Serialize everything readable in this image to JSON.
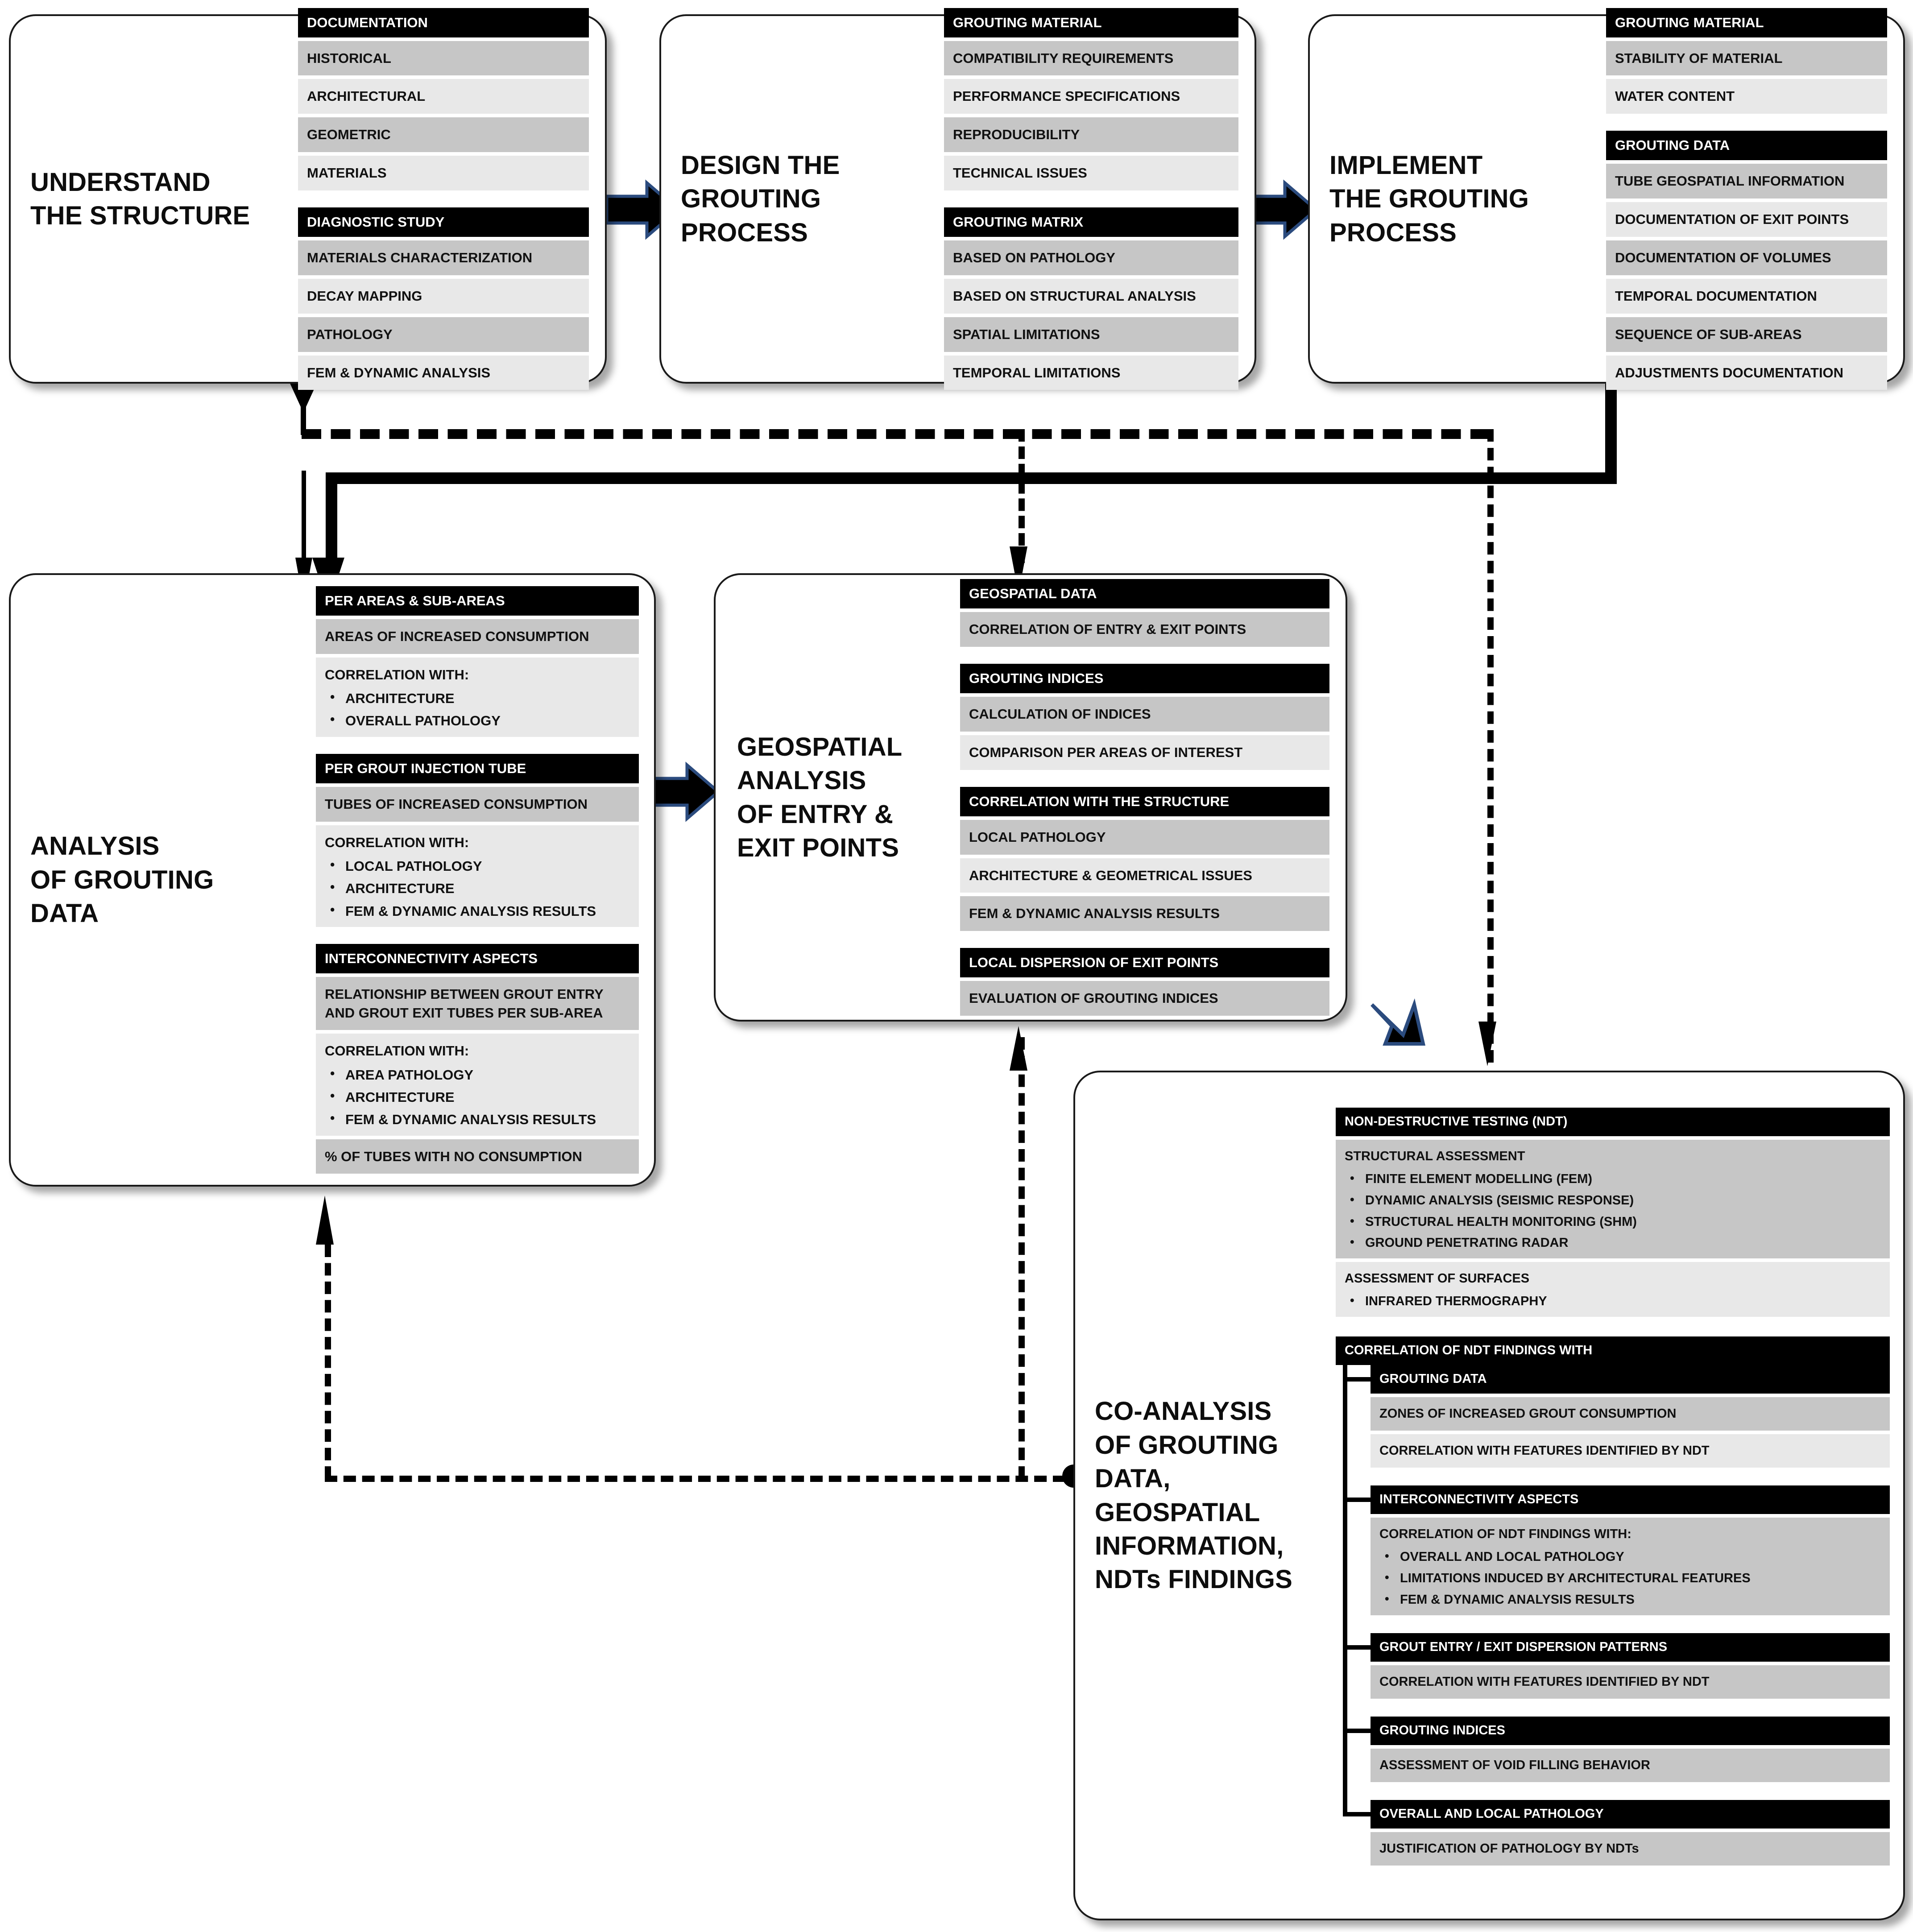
{
  "colors": {
    "header_bg": "#000000",
    "header_text": "#ffffff",
    "row_dark": "#c6c6c6",
    "row_light": "#e8e8e8",
    "box_border": "#1a1a1a",
    "arrow_fill": "#000000",
    "arrow_stroke": "#2b4b7e"
  },
  "boxes": [
    {
      "id": "understand-the-structure",
      "title": "UNDERSTAND\nTHE STRUCTURE",
      "groups": [
        {
          "header": "DOCUMENTATION",
          "rows": [
            {
              "text": "HISTORICAL",
              "shade": "dark"
            },
            {
              "text": "ARCHITECTURAL",
              "shade": "light"
            },
            {
              "text": "GEOMETRIC",
              "shade": "dark"
            },
            {
              "text": "MATERIALS",
              "shade": "light"
            }
          ]
        },
        {
          "header": "DIAGNOSTIC STUDY",
          "rows": [
            {
              "text": "MATERIALS CHARACTERIZATION",
              "shade": "dark"
            },
            {
              "text": "DECAY MAPPING",
              "shade": "light"
            },
            {
              "text": "PATHOLOGY",
              "shade": "dark"
            },
            {
              "text": "FEM & DYNAMIC ANALYSIS",
              "shade": "light"
            }
          ]
        }
      ]
    },
    {
      "id": "design-the-grouting-process",
      "title": "DESIGN THE\nGROUTING\nPROCESS",
      "groups": [
        {
          "header": "GROUTING MATERIAL",
          "rows": [
            {
              "text": "COMPATIBILITY REQUIREMENTS",
              "shade": "dark"
            },
            {
              "text": "PERFORMANCE SPECIFICATIONS",
              "shade": "light"
            },
            {
              "text": "REPRODUCIBILITY",
              "shade": "dark"
            },
            {
              "text": "TECHNICAL ISSUES",
              "shade": "light"
            }
          ]
        },
        {
          "header": "GROUTING MATRIX",
          "rows": [
            {
              "text": "BASED ON PATHOLOGY",
              "shade": "dark"
            },
            {
              "text": "BASED ON STRUCTURAL ANALYSIS",
              "shade": "light"
            },
            {
              "text": "SPATIAL LIMITATIONS",
              "shade": "dark"
            },
            {
              "text": "TEMPORAL LIMITATIONS",
              "shade": "light"
            }
          ]
        }
      ]
    },
    {
      "id": "implement-the-grouting-process",
      "title": "IMPLEMENT\nTHE GROUTING\nPROCESS",
      "groups": [
        {
          "header": "GROUTING MATERIAL",
          "rows": [
            {
              "text": "STABILITY OF MATERIAL",
              "shade": "dark"
            },
            {
              "text": "WATER CONTENT",
              "shade": "light"
            }
          ]
        },
        {
          "header": "GROUTING DATA",
          "rows": [
            {
              "text": "TUBE GEOSPATIAL INFORMATION",
              "shade": "dark"
            },
            {
              "text": "DOCUMENTATION OF EXIT POINTS",
              "shade": "light"
            },
            {
              "text": "DOCUMENTATION OF VOLUMES",
              "shade": "dark"
            },
            {
              "text": "TEMPORAL DOCUMENTATION",
              "shade": "light"
            },
            {
              "text": "SEQUENCE OF SUB-AREAS",
              "shade": "dark"
            },
            {
              "text": "ADJUSTMENTS DOCUMENTATION",
              "shade": "light"
            }
          ]
        }
      ]
    },
    {
      "id": "analysis-of-grouting-data",
      "title": "ANALYSIS\nOF GROUTING\nDATA",
      "groups": [
        {
          "header": "PER AREAS & SUB-AREAS",
          "rows": [
            {
              "text": "AREAS OF INCREASED CONSUMPTION",
              "shade": "dark"
            },
            {
              "text": "CORRELATION WITH:",
              "shade": "light",
              "bullets": [
                "ARCHITECTURE",
                "OVERALL PATHOLOGY"
              ]
            }
          ]
        },
        {
          "header": "PER GROUT INJECTION TUBE",
          "rows": [
            {
              "text": "TUBES OF INCREASED CONSUMPTION",
              "shade": "dark"
            },
            {
              "text": "CORRELATION WITH:",
              "shade": "light",
              "bullets": [
                "LOCAL PATHOLOGY",
                "ARCHITECTURE",
                "FEM & DYNAMIC ANALYSIS RESULTS"
              ]
            }
          ]
        },
        {
          "header": "INTERCONNECTIVITY ASPECTS",
          "rows": [
            {
              "text": "RELATIONSHIP BETWEEN GROUT ENTRY\nAND GROUT EXIT TUBES PER SUB-AREA",
              "shade": "dark"
            },
            {
              "text": "CORRELATION WITH:",
              "shade": "light",
              "bullets": [
                "AREA PATHOLOGY",
                "ARCHITECTURE",
                "FEM & DYNAMIC ANALYSIS RESULTS"
              ]
            },
            {
              "text": "% OF TUBES WITH NO CONSUMPTION",
              "shade": "dark"
            }
          ]
        }
      ]
    },
    {
      "id": "geospatial-analysis-of-entry-exit-points",
      "title": "GEOSPATIAL\nANALYSIS\nOF ENTRY &\nEXIT POINTS",
      "groups": [
        {
          "header": "GEOSPATIAL DATA",
          "rows": [
            {
              "text": "CORRELATION OF ENTRY & EXIT POINTS",
              "shade": "dark"
            }
          ]
        },
        {
          "header": "GROUTING INDICES",
          "rows": [
            {
              "text": "CALCULATION OF INDICES",
              "shade": "dark"
            },
            {
              "text": "COMPARISON PER AREAS OF INTEREST",
              "shade": "light"
            }
          ]
        },
        {
          "header": "CORRELATION WITH THE STRUCTURE",
          "rows": [
            {
              "text": "LOCAL PATHOLOGY",
              "shade": "dark"
            },
            {
              "text": "ARCHITECTURE & GEOMETRICAL ISSUES",
              "shade": "light"
            },
            {
              "text": "FEM & DYNAMIC ANALYSIS RESULTS",
              "shade": "dark"
            }
          ]
        },
        {
          "header": "LOCAL DISPERSION OF EXIT POINTS",
          "rows": [
            {
              "text": "EVALUATION OF GROUTING INDICES",
              "shade": "dark"
            }
          ]
        }
      ]
    }
  ],
  "coanalysis": {
    "id": "co-analysis-of-grouting-data-geospatial-information-ndts-findings",
    "title": "CO-ANALYSIS\nOF GROUTING\nDATA,\nGEOSPATIAL\nINFORMATION,\nNDTs FINDINGS",
    "ndt": {
      "header": "NON-DESTRUCTIVE TESTING (NDT)",
      "rows": [
        {
          "text": "STRUCTURAL ASSESSMENT",
          "shade": "dark",
          "bullets": [
            "FINITE ELEMENT MODELLING (FEM)",
            "DYNAMIC ANALYSIS (SEISMIC RESPONSE)",
            "STRUCTURAL HEALTH MONITORING (SHM)",
            "GROUND PENETRATING RADAR"
          ]
        },
        {
          "text": "ASSESSMENT OF SURFACES",
          "shade": "light",
          "bullets": [
            "INFRARED THERMOGRAPHY"
          ]
        }
      ]
    },
    "correlation_header": "CORRELATION OF NDT FINDINGS WITH",
    "children": [
      {
        "header": "GROUTING DATA",
        "rows": [
          {
            "text": "ZONES OF INCREASED GROUT CONSUMPTION",
            "shade": "dark"
          },
          {
            "text": "CORRELATION WITH FEATURES IDENTIFIED BY NDT",
            "shade": "light"
          }
        ]
      },
      {
        "header": "INTERCONNECTIVITY ASPECTS",
        "rows": [
          {
            "text": "CORRELATION OF NDT FINDINGS WITH:",
            "shade": "dark",
            "bullets": [
              "OVERALL AND LOCAL PATHOLOGY",
              "LIMITATIONS INDUCED BY ARCHITECTURAL FEATURES",
              "FEM & DYNAMIC ANALYSIS RESULTS"
            ]
          }
        ]
      },
      {
        "header": "GROUT ENTRY / EXIT DISPERSION PATTERNS",
        "rows": [
          {
            "text": "CORRELATION WITH FEATURES IDENTIFIED BY NDT",
            "shade": "dark"
          }
        ]
      },
      {
        "header": "GROUTING INDICES",
        "rows": [
          {
            "text": "ASSESSMENT OF VOID FILLING BEHAVIOR",
            "shade": "dark"
          }
        ]
      },
      {
        "header": "OVERALL AND LOCAL PATHOLOGY",
        "rows": [
          {
            "text": "JUSTIFICATION OF PATHOLOGY BY NDTs",
            "shade": "dark"
          }
        ]
      }
    ]
  }
}
